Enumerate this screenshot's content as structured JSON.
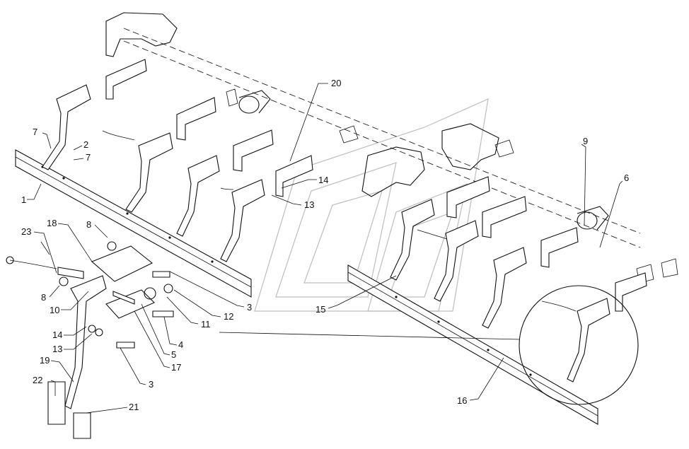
{
  "part_labels": [
    {
      "id": "l1",
      "text": "1"
    },
    {
      "id": "l2",
      "text": "2"
    },
    {
      "id": "l3a",
      "text": "3"
    },
    {
      "id": "l3b",
      "text": "3"
    },
    {
      "id": "l4",
      "text": "4"
    },
    {
      "id": "l5",
      "text": "5"
    },
    {
      "id": "l6",
      "text": "6"
    },
    {
      "id": "l7a",
      "text": "7"
    },
    {
      "id": "l7b",
      "text": "7"
    },
    {
      "id": "l8a",
      "text": "8"
    },
    {
      "id": "l8b",
      "text": "8"
    },
    {
      "id": "l9",
      "text": "9"
    },
    {
      "id": "l10",
      "text": "10"
    },
    {
      "id": "l11",
      "text": "11"
    },
    {
      "id": "l12",
      "text": "12"
    },
    {
      "id": "l13a",
      "text": "13"
    },
    {
      "id": "l13b",
      "text": "13"
    },
    {
      "id": "l14a",
      "text": "14"
    },
    {
      "id": "l14b",
      "text": "14"
    },
    {
      "id": "l15",
      "text": "15"
    },
    {
      "id": "l16",
      "text": "16"
    },
    {
      "id": "l17",
      "text": "17"
    },
    {
      "id": "l18",
      "text": "18"
    },
    {
      "id": "l19",
      "text": "19"
    },
    {
      "id": "l20",
      "text": "20"
    },
    {
      "id": "l21",
      "text": "21"
    },
    {
      "id": "l22",
      "text": "22"
    },
    {
      "id": "l23",
      "text": "23"
    }
  ]
}
